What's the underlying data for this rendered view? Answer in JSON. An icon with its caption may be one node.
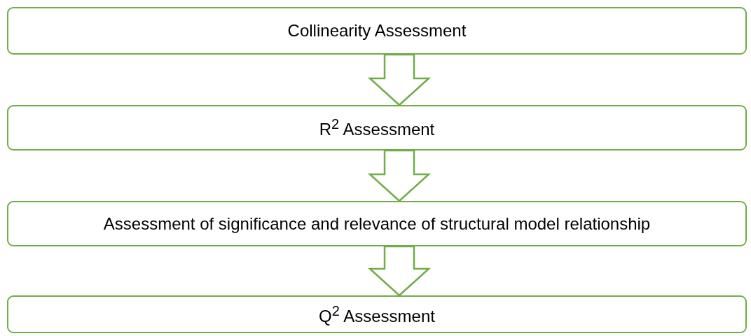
{
  "diagram": {
    "nodes": [
      {
        "text": [
          "Collinearity Assessment"
        ]
      },
      {
        "text": [
          "R$^{2}$ Assessment"
        ]
      },
      {
        "text": [
          "Assessment of significance and relevance of structural model relationship"
        ]
      },
      {
        "text": [
          "Q$^{2}$ Assessment"
        ]
      }
    ],
    "edges": [
      {
        "from": 0,
        "to": 1,
        "arrow": "to"
      },
      {
        "from": 1,
        "to": 2,
        "arrow": "to"
      },
      {
        "from": 2,
        "to": 3,
        "arrow": "to"
      }
    ]
  }
}
